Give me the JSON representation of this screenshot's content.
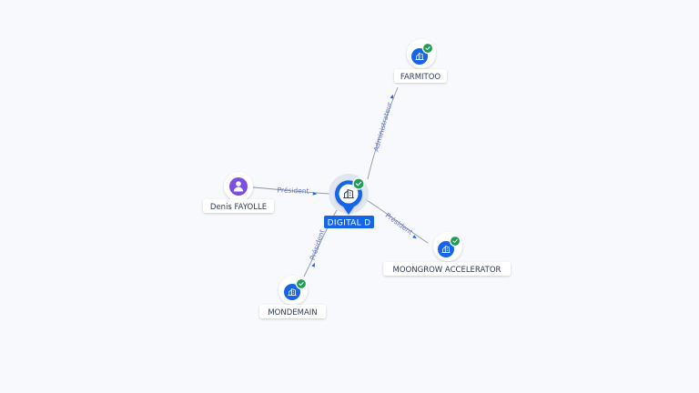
{
  "colors": {
    "background": "#f7f9fc",
    "edge": "#8a96a8",
    "edge_label": "#6674c2",
    "company": "#1565e8",
    "person": "#7b4fe0",
    "check": "#1f9d55",
    "center_badge": "#1565e8"
  },
  "center": {
    "label": "DIGITAL D",
    "icon": "building-icon",
    "status_icon": "check-icon"
  },
  "nodes": [
    {
      "id": "farmitoo",
      "label": "FARMITOO",
      "kind": "company",
      "icon": "building-icon",
      "verified": true
    },
    {
      "id": "denis",
      "label": "Denis FAYOLLE",
      "kind": "person",
      "icon": "person-icon",
      "verified": false
    },
    {
      "id": "moongrow",
      "label": "MOONGROW ACCELERATOR",
      "kind": "company",
      "icon": "building-icon",
      "verified": true
    },
    {
      "id": "mondemain",
      "label": "MONDEMAIN",
      "kind": "company",
      "icon": "building-icon",
      "verified": true
    }
  ],
  "edges": [
    {
      "from": "center",
      "to": "farmitoo",
      "label": "Administrateur"
    },
    {
      "from": "denis",
      "to": "center",
      "label": "Président"
    },
    {
      "from": "center",
      "to": "moongrow",
      "label": "Président"
    },
    {
      "from": "mondemain",
      "to": "center",
      "label": "Président"
    }
  ]
}
